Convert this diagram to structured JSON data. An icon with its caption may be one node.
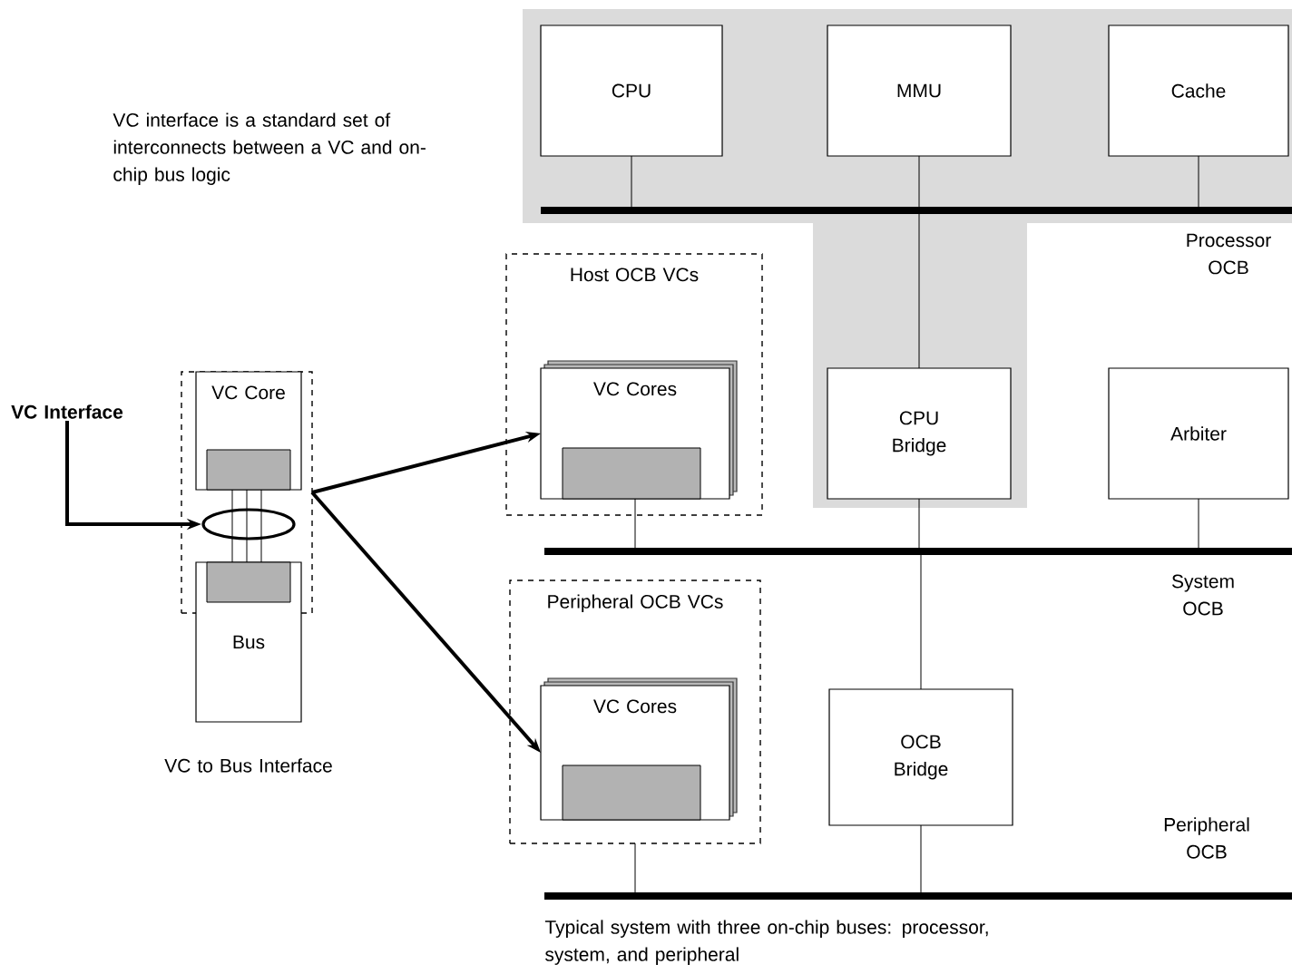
{
  "diagram": {
    "nodes": [
      {
        "text": [
          "CPU"
        ]
      },
      {
        "text": [
          "MMU"
        ]
      },
      {
        "text": [
          "Cache"
        ]
      },
      {
        "text": [],
        "shape": "bar",
        "beside": [
          "Processor OCB"
        ]
      },
      {
        "text": [
          "CPU Bridge"
        ]
      },
      {
        "text": [
          "Arbiter"
        ]
      },
      {
        "text": [],
        "shape": "bar",
        "beside": [
          "System OCB"
        ]
      },
      {
        "text": [
          "OCB Bridge"
        ]
      },
      {
        "text": [],
        "shape": "bar",
        "beside": [
          "Peripheral OCB"
        ]
      },
      {
        "text": [
          "Host OCB VCs"
        ]
      },
      {
        "text": [
          "VC Cores"
        ],
        "in": 9
      },
      {
        "text": [
          "Peripheral OCB VCs"
        ]
      },
      {
        "text": [
          "VC Cores"
        ],
        "in": 11
      },
      {
        "text": [],
        "shape": "box"
      },
      {
        "text": [
          "VC Core"
        ],
        "in": 13
      },
      {
        "text": [
          "Bus"
        ]
      },
      {
        "text": [
          "VC Interface"
        ]
      }
    ],
    "edges": [
      {
        "from": 0,
        "to": 3,
        "arrow": "none"
      },
      {
        "from": 1,
        "to": 3,
        "arrow": "none"
      },
      {
        "from": 2,
        "to": 3,
        "arrow": "none"
      },
      {
        "from": 3,
        "to": 4,
        "arrow": "none"
      },
      {
        "from": 4,
        "to": 6,
        "arrow": "none"
      },
      {
        "from": 5,
        "to": 6,
        "arrow": "none"
      },
      {
        "from": 10,
        "to": 6,
        "arrow": "none"
      },
      {
        "from": 6,
        "to": 7,
        "arrow": "none"
      },
      {
        "from": 7,
        "to": 8,
        "arrow": "none"
      },
      {
        "from": 11,
        "to": 8,
        "arrow": "none"
      },
      {
        "from": 14,
        "to": 15,
        "arrow": "none"
      },
      {
        "from": 14,
        "to": 15,
        "arrow": "none"
      },
      {
        "from": 14,
        "to": 15,
        "arrow": "none"
      },
      {
        "from": 16,
        "to": 13,
        "arrow": "to",
        "style": "thick"
      },
      {
        "from": 13,
        "to": 10,
        "arrow": "to",
        "style": "thick"
      },
      {
        "from": 13,
        "to": 12,
        "arrow": "to",
        "style": "thick"
      }
    ],
    "labels": [
      "VC interface is a standard set of interconnects between a VC and on-chip bus logic",
      "VC to Bus Interface",
      "Typical system with three on-chip buses: processor, system, and peripheral"
    ]
  }
}
